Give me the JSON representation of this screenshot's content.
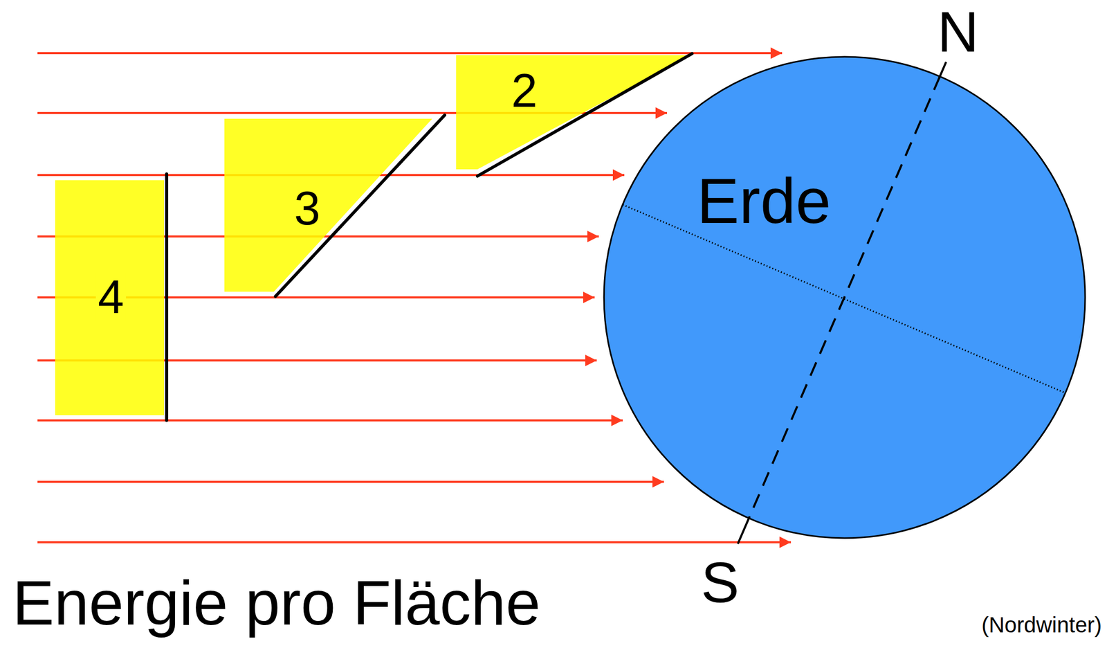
{
  "diagram": {
    "caption": "Energie pro Fläche",
    "nodes": [
      {
        "text": [
          "2"
        ]
      },
      {
        "text": [
          "3"
        ]
      },
      {
        "text": [
          "Erde"
        ]
      },
      {
        "text": [
          "4"
        ]
      }
    ],
    "labels": [
      "N",
      "S",
      "(Nordwinter)"
    ]
  }
}
